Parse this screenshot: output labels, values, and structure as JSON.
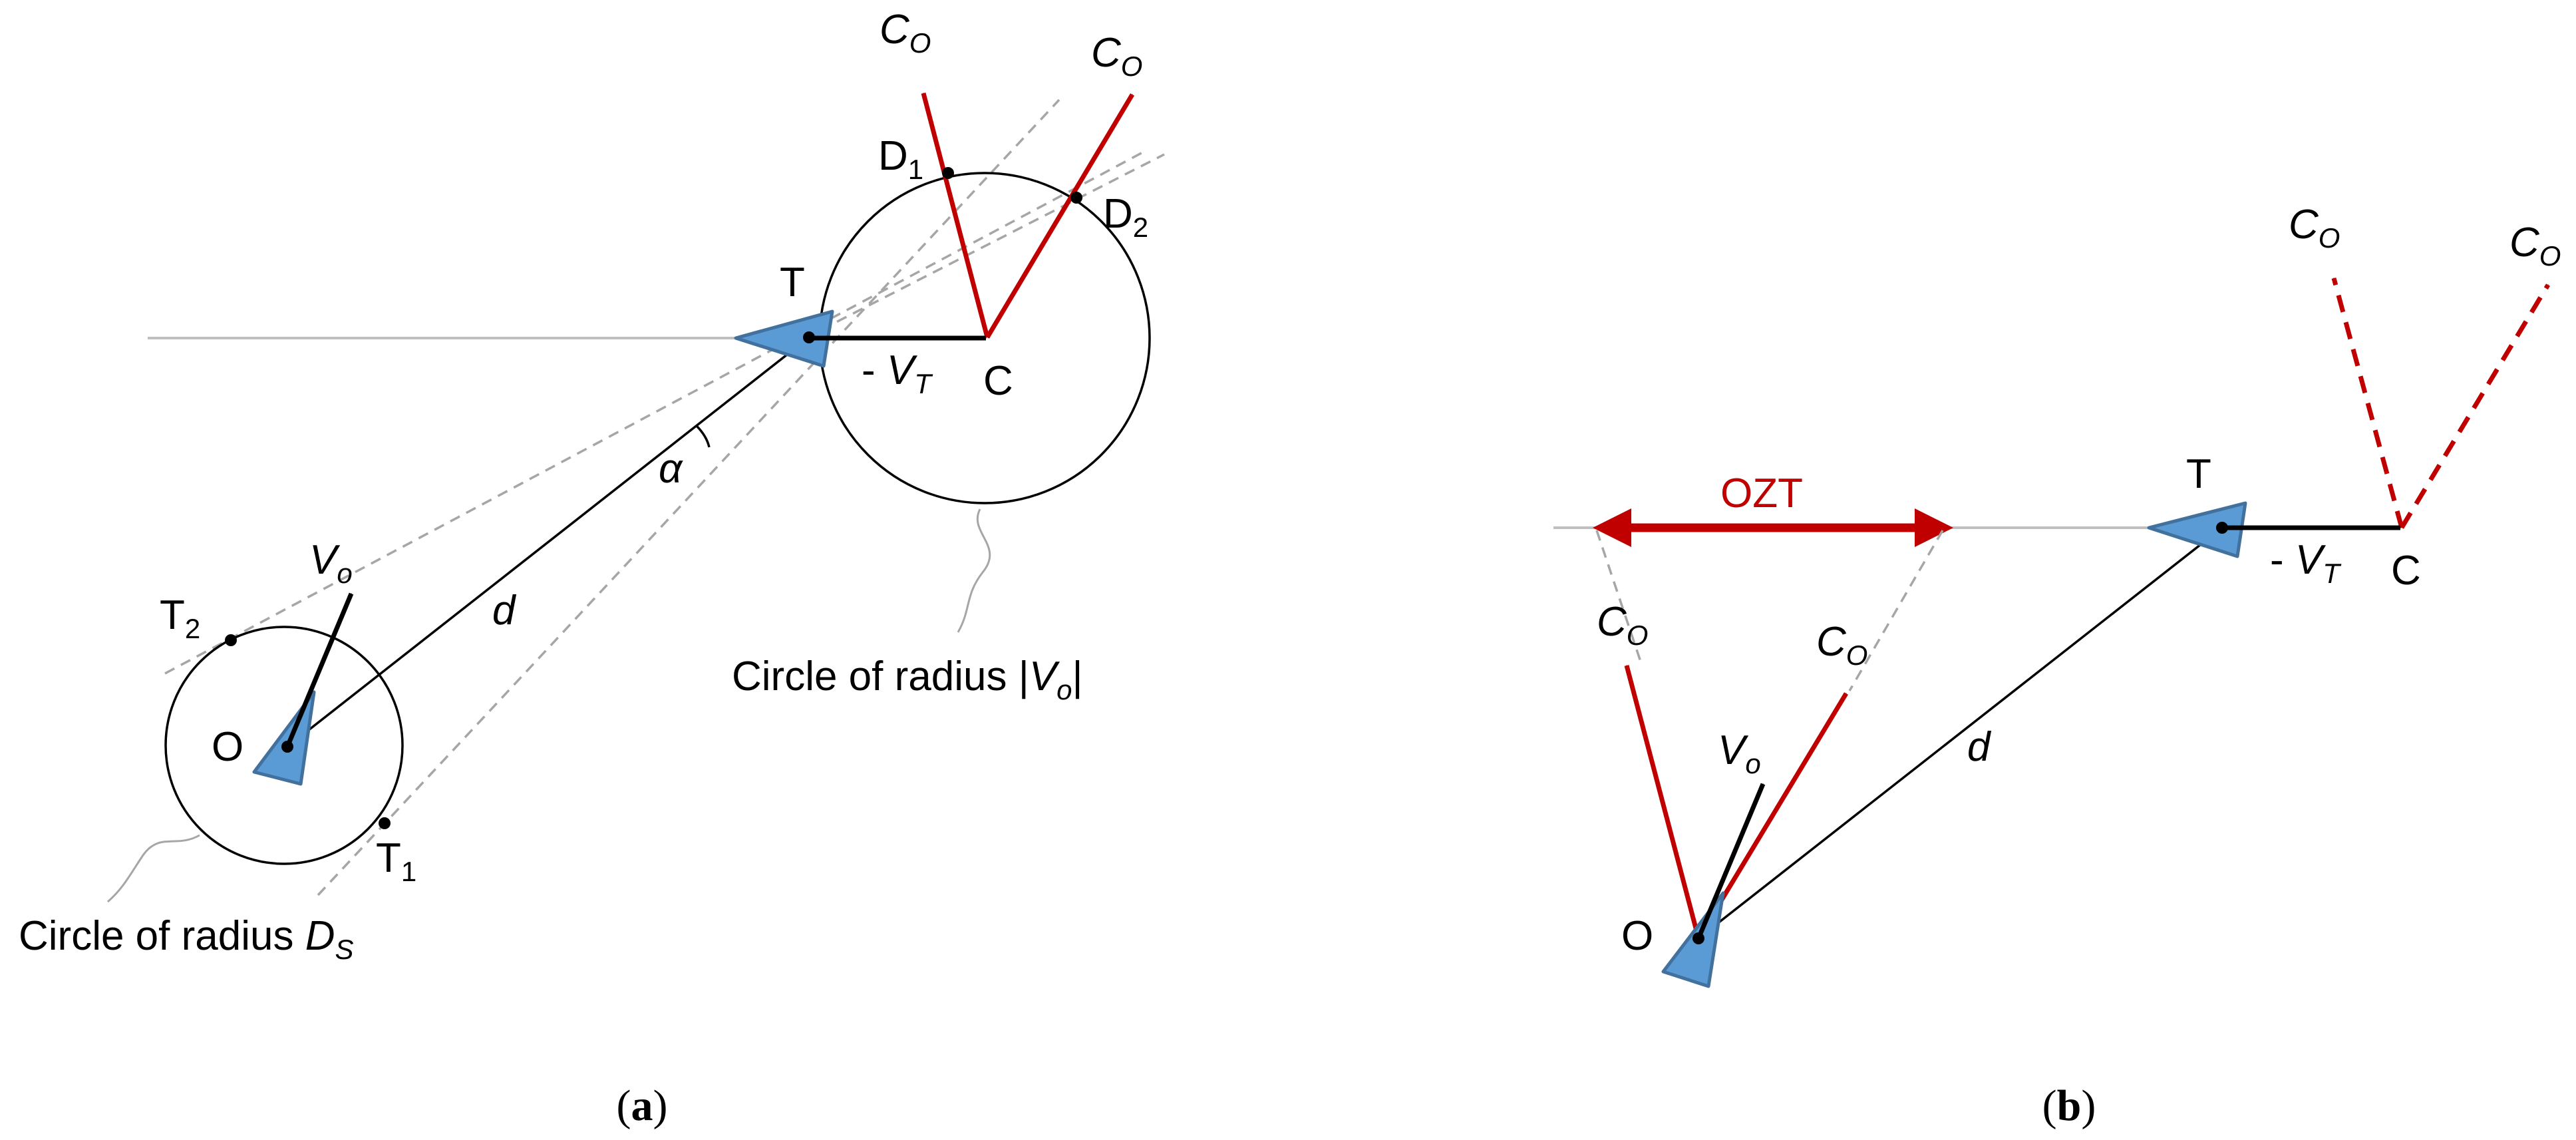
{
  "colors": {
    "accent_red": "#c00000",
    "ship_blue": "#5b9bd5",
    "ship_outline": "#41719c",
    "guide_gray": "#a6a6a6",
    "heading_gray": "#bfbfbf"
  },
  "panel_a": {
    "caption": {
      "open": "(",
      "letter": "a",
      "close": ")"
    },
    "label_T": "T",
    "label_C": "C",
    "label_O": "O",
    "label_d": "d",
    "label_alpha": "α",
    "label_minus_vt": {
      "prefix": "- ",
      "main": "V",
      "sub": "T"
    },
    "label_vo": {
      "main": "V",
      "sub": "o"
    },
    "label_co_1": {
      "main": "C",
      "sub": "O"
    },
    "label_co_2": {
      "main": "C",
      "sub": "O"
    },
    "label_d1": {
      "main": "D",
      "sub": "1"
    },
    "label_d2": {
      "main": "D",
      "sub": "2"
    },
    "label_t1": {
      "main": "T",
      "sub": "1"
    },
    "label_t2": {
      "main": "T",
      "sub": "2"
    },
    "circle_vo_label": {
      "prefix": "Circle of radius |",
      "main": "V",
      "sub": "o",
      "suffix": "|"
    },
    "circle_ds_label": {
      "prefix": "Circle of radius ",
      "main": "D",
      "sub": "S"
    }
  },
  "panel_b": {
    "caption": {
      "open": "(",
      "letter": "b",
      "close": ")"
    },
    "label_T": "T",
    "label_C": "C",
    "label_O": "O",
    "label_d": "d",
    "label_ozt": "OZT",
    "label_minus_vt": {
      "prefix": "- ",
      "main": "V",
      "sub": "T"
    },
    "label_vo": {
      "main": "V",
      "sub": "o"
    },
    "label_co_left": {
      "main": "C",
      "sub": "O"
    },
    "label_co_right": {
      "main": "C",
      "sub": "O"
    },
    "label_co_dash_1": {
      "main": "C",
      "sub": "O"
    },
    "label_co_dash_2": {
      "main": "C",
      "sub": "O"
    }
  }
}
